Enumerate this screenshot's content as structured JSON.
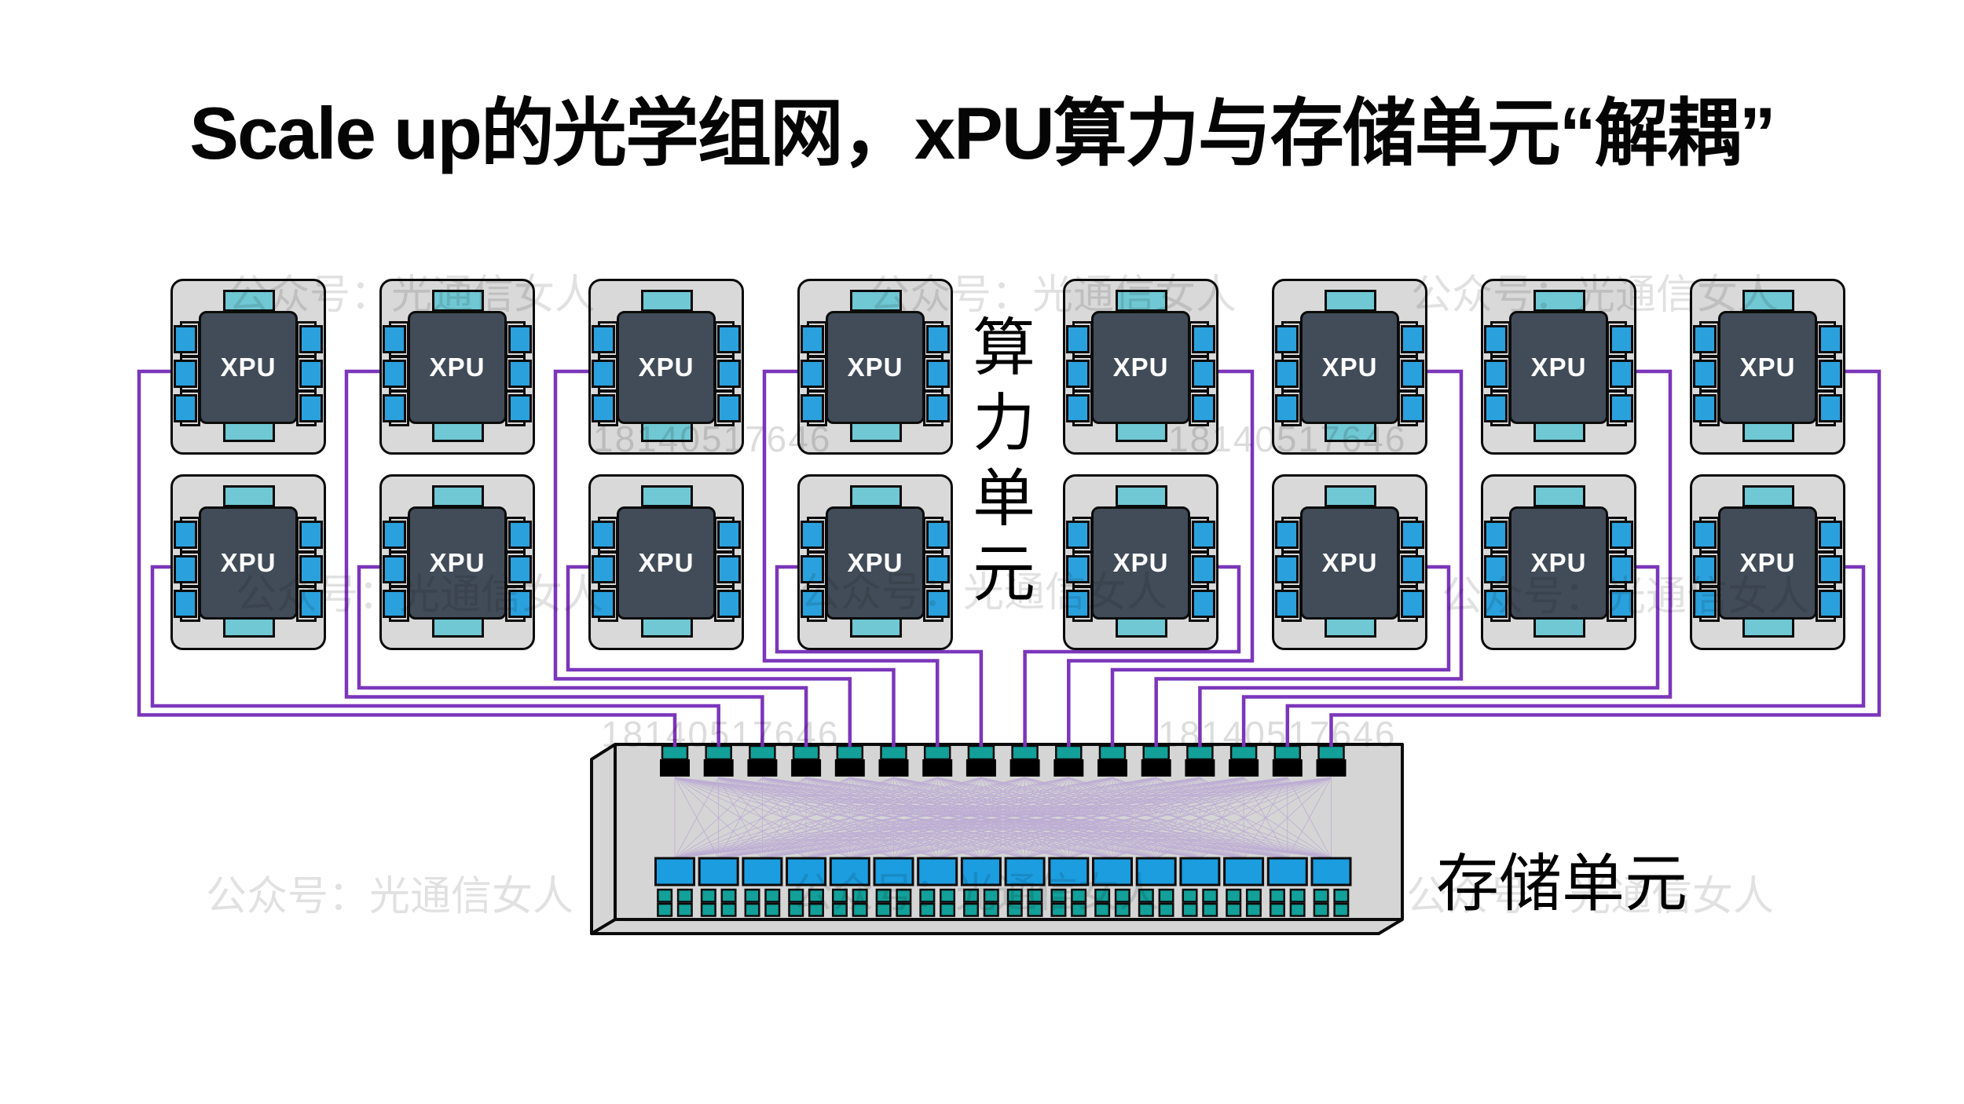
{
  "title": "Scale up的光学组网，xPU算力与存储单元“解耦”",
  "compute_unit_label": "算力单元",
  "storage_unit_label": "存储单元",
  "chips": [
    {
      "label": "XPU"
    },
    {
      "label": "XPU"
    },
    {
      "label": "XPU"
    },
    {
      "label": "XPU"
    },
    {
      "label": "XPU"
    },
    {
      "label": "XPU"
    },
    {
      "label": "XPU"
    },
    {
      "label": "XPU"
    },
    {
      "label": "XPU"
    },
    {
      "label": "XPU"
    },
    {
      "label": "XPU"
    },
    {
      "label": "XPU"
    },
    {
      "label": "XPU"
    },
    {
      "label": "XPU"
    },
    {
      "label": "XPU"
    },
    {
      "label": "XPU"
    }
  ],
  "switch": {
    "uplink_port_count": 16,
    "module_count": 16,
    "small_port_rows": 2,
    "small_ports_per_row": 32,
    "link_count": 16
  },
  "watermarks": {
    "account_text": "公众号：光通信女人",
    "phone_text": "18140517646"
  },
  "colors": {
    "title_ink": "#050505",
    "outline_black": "#0b0b0b",
    "link_purple": "#7b36bb",
    "mesh_purple": "#a98bd3",
    "chip_body_gray": "#d9d9d9",
    "chip_die_slate": "#414c58",
    "chip_port_blue": "#2aa1dd",
    "chip_tab_cyan": "#6fc8d3",
    "switch_body_gray": "#d5d5d5",
    "switch_port_teal": "#12a099",
    "switch_module_blue": "#1b9de0"
  }
}
